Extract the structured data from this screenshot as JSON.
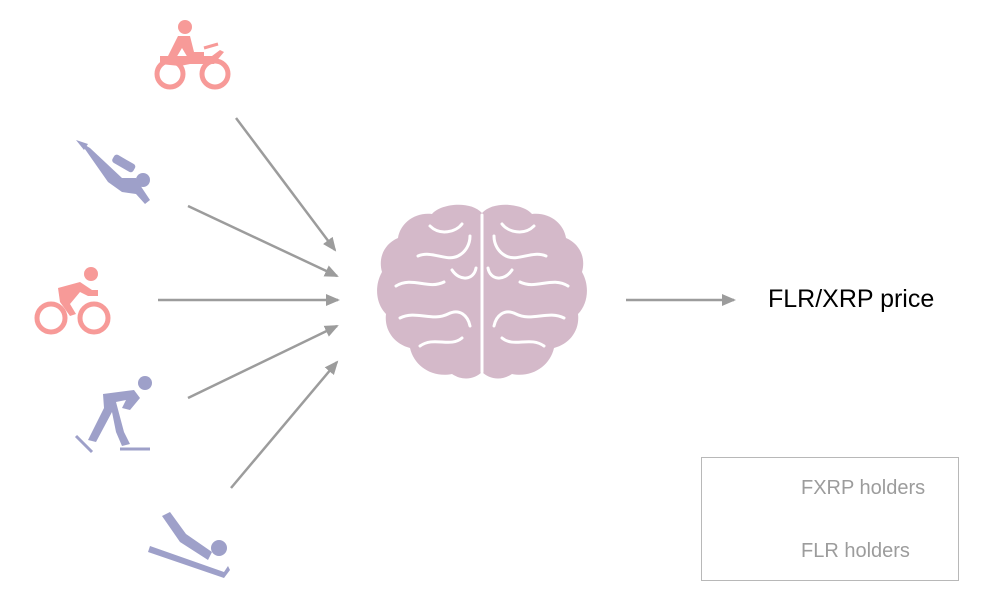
{
  "output_label": "FLR/XRP price",
  "legend": [
    {
      "label": "FXRP holders",
      "icon": "cyclist-icon",
      "color": "#f79a98"
    },
    {
      "label": "FLR holders",
      "icon": "skater-icon",
      "color": "#9ea0c9"
    }
  ],
  "inputs": [
    {
      "icon": "motorcyclist-icon",
      "group": "FXRP holders"
    },
    {
      "icon": "diver-icon",
      "group": "FLR holders"
    },
    {
      "icon": "cyclist-icon",
      "group": "FXRP holders"
    },
    {
      "icon": "skater-icon",
      "group": "FLR holders"
    },
    {
      "icon": "luge-icon",
      "group": "FLR holders"
    }
  ],
  "colors": {
    "fxrp": "#f79a98",
    "flr": "#9ea0c9",
    "brain": "#d4b9c9",
    "arrow": "#9c9c9c"
  }
}
